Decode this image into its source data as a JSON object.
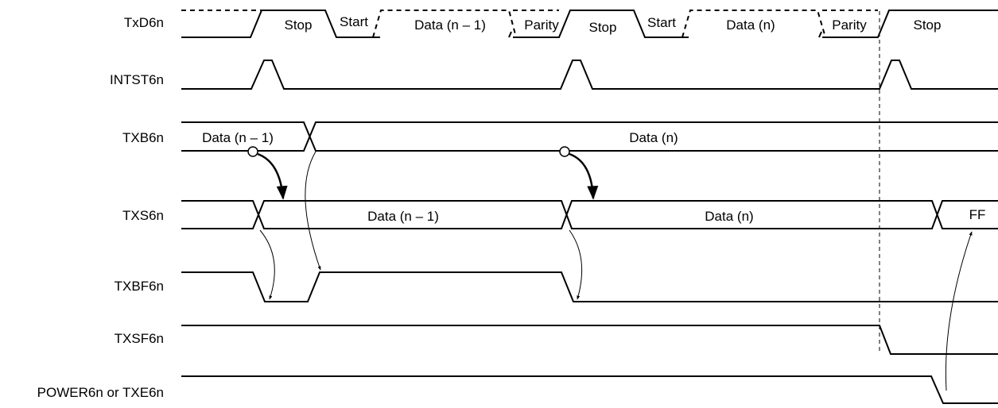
{
  "signals": [
    {
      "id": "txd",
      "name": "TxD6n"
    },
    {
      "id": "intst",
      "name": "INTST6n"
    },
    {
      "id": "txb",
      "name": "TXB6n"
    },
    {
      "id": "txs",
      "name": "TXS6n"
    },
    {
      "id": "txbf",
      "name": "TXBF6n"
    },
    {
      "id": "txsf",
      "name": "TXSF6n"
    },
    {
      "id": "power",
      "name": "POWER6n or TXE6n"
    }
  ],
  "txd_fields": {
    "stop": "Stop",
    "start": "Start",
    "data_prev": "Data (n – 1)",
    "parity": "Parity",
    "data_cur": "Data (n)"
  },
  "txb_values": {
    "prev": "Data (n – 1)",
    "cur": "Data (n)"
  },
  "txs_values": {
    "prev": "Data (n – 1)",
    "cur": "Data (n)",
    "ff": "FF"
  }
}
